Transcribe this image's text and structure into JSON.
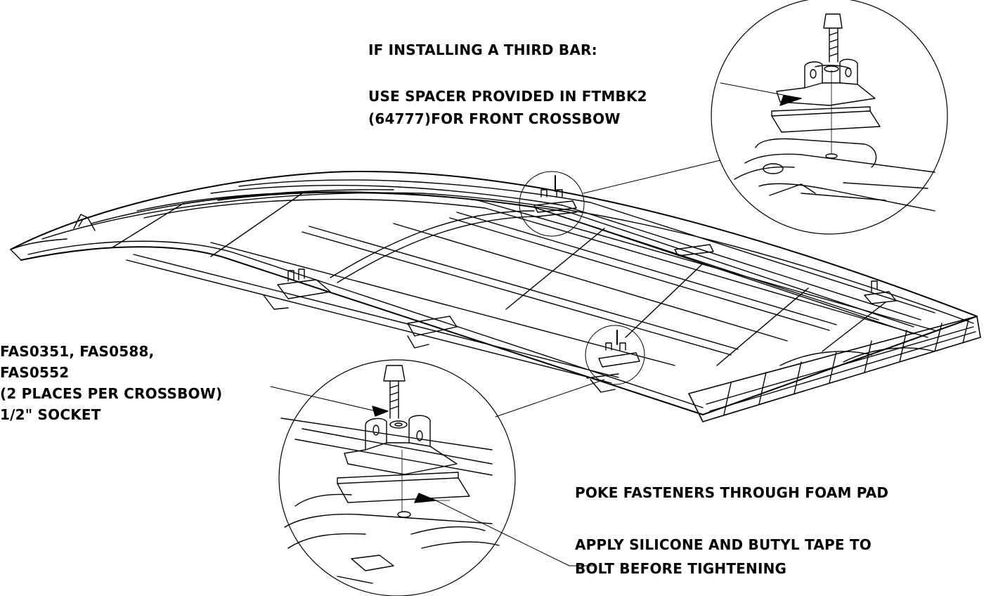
{
  "notes": {
    "third_bar": {
      "heading": "IF INSTALLING A THIRD BAR:",
      "line1": "USE SPACER PROVIDED IN FTMBK2",
      "line2": "(64777)FOR FRONT CROSSBOW"
    },
    "fasteners": {
      "line1": "FAS0351, FAS0588,",
      "line2": "FAS0552",
      "line3": "(2 PLACES PER CROSSBOW)",
      "line4": "1/2\" SOCKET"
    },
    "foam_pad": {
      "line1": "POKE FASTENERS THROUGH FOAM PAD"
    },
    "silicone": {
      "line1": "APPLY SILICONE AND BUTYL TAPE TO",
      "line2": "BOLT BEFORE TIGHTENING"
    }
  },
  "colors": {
    "ink": "#000000",
    "paper": "#ffffff"
  }
}
